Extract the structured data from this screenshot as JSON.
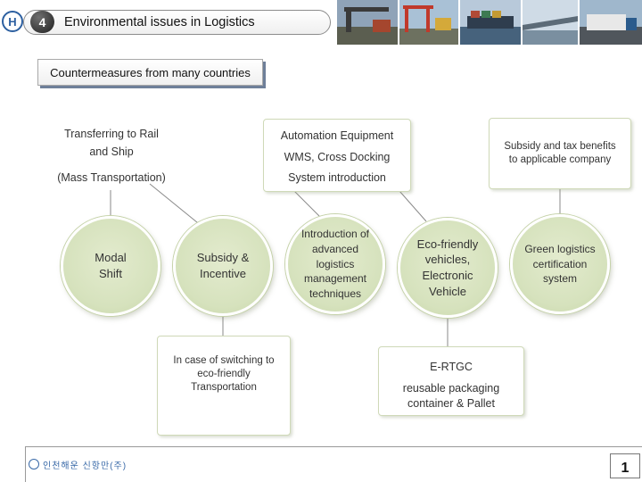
{
  "header": {
    "number": "4",
    "title": "Environmental issues in Logistics"
  },
  "subtitle": "Countermeasures from many countries",
  "top_boxes": {
    "rail_ship": {
      "line1": "Transferring to Rail",
      "line2": "and Ship",
      "line3": "(Mass Transportation)"
    },
    "automation": {
      "line1": "Automation Equipment",
      "line2": "WMS, Cross Docking",
      "line3": "System introduction"
    },
    "subsidy_tax": "Subsidy and tax benefits to applicable company"
  },
  "circles": [
    {
      "label": "Modal\nShift"
    },
    {
      "label": "Subsidy &\nIncentive"
    },
    {
      "label": "Introduction of\nadvanced\nlogistics\nmanagement\ntechniques"
    },
    {
      "label": "Eco-friendly\nvehicles,\nElectronic\nVehicle"
    },
    {
      "label": "Green logistics\ncertification\nsystem"
    }
  ],
  "bottom_boxes": {
    "switching": "In case of switching to eco-friendly Transportation",
    "ertgc": {
      "line1": "E-RTGC",
      "line2": "reusable packaging container & Pallet"
    }
  },
  "footer": {
    "company": "인천해운 신항만(주)",
    "page": "1"
  },
  "colors": {
    "circle_fill": "#d6e2bd",
    "box_border": "#cfd9b8",
    "accent_blue": "#2c5fa0"
  }
}
